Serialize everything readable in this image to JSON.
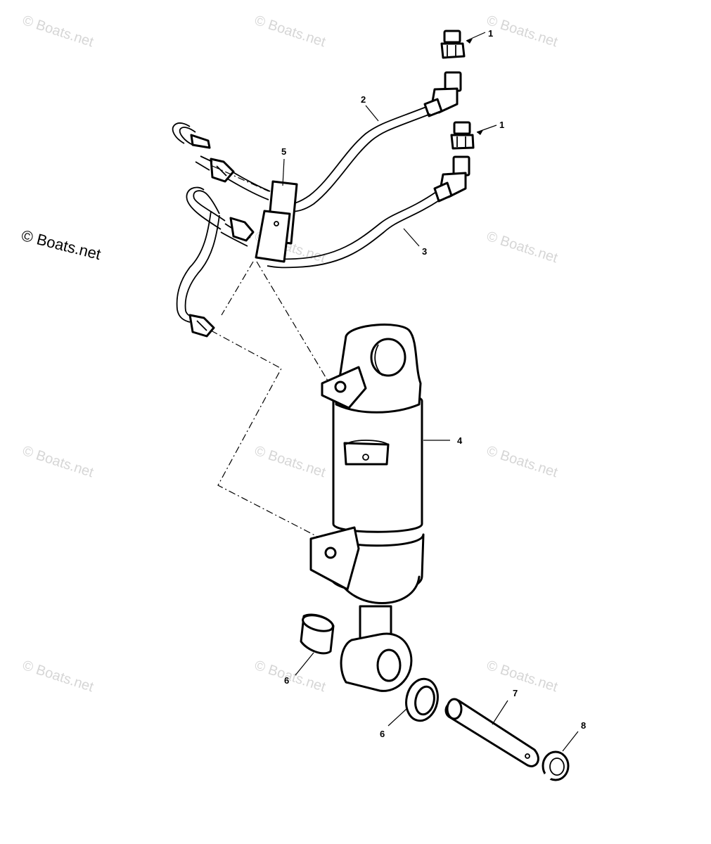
{
  "watermark": {
    "text": "© Boats.net",
    "prominent_text": "© Boats.net"
  },
  "callouts": [
    {
      "id": "1",
      "label": "1"
    },
    {
      "id": "2",
      "label": "2"
    },
    {
      "id": "1b",
      "label": "1"
    },
    {
      "id": "5",
      "label": "5"
    },
    {
      "id": "3",
      "label": "3"
    },
    {
      "id": "4",
      "label": "4"
    },
    {
      "id": "7",
      "label": "7"
    },
    {
      "id": "6",
      "label": "6"
    },
    {
      "id": "6b",
      "label": "6"
    },
    {
      "id": "8",
      "label": "8"
    }
  ]
}
